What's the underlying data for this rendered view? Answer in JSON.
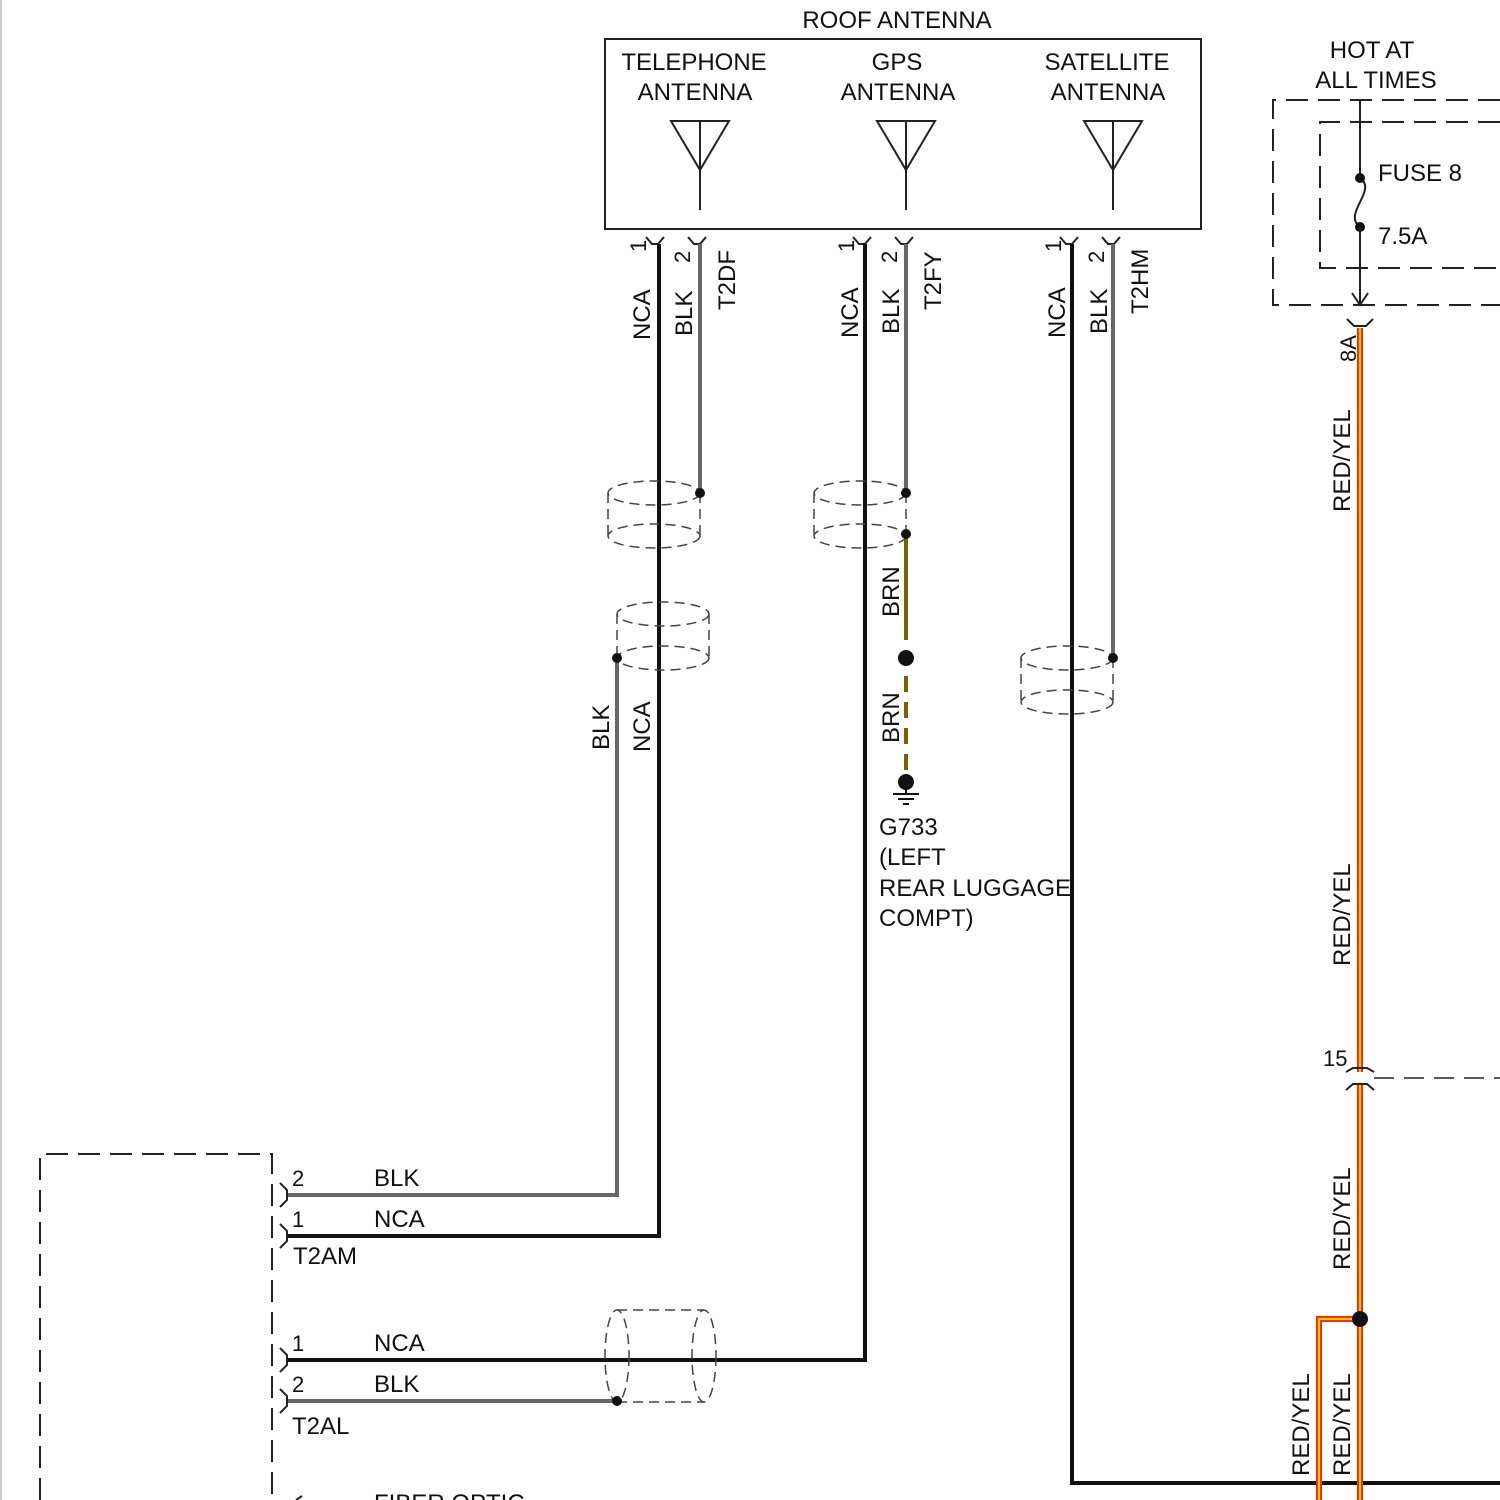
{
  "roof_antenna": {
    "title": "ROOF ANTENNA",
    "antennas": [
      {
        "line1": "TELEPHONE",
        "line2": "ANTENNA",
        "connector": "T2DF",
        "pin1": "1",
        "pin2": "2",
        "wire1": "NCA",
        "wire2": "BLK"
      },
      {
        "line1": "GPS",
        "line2": "ANTENNA",
        "connector": "T2FY",
        "pin1": "1",
        "pin2": "2",
        "wire1": "NCA",
        "wire2": "BLK"
      },
      {
        "line1": "SATELLITE",
        "line2": "ANTENNA",
        "connector": "T2HM",
        "pin1": "1",
        "pin2": "2",
        "wire1": "NCA",
        "wire2": "BLK"
      }
    ]
  },
  "telephone_shield": {
    "wire_blk": "BLK",
    "wire_nca": "NCA"
  },
  "gps_ground": {
    "wire_upper": "BRN",
    "wire_lower": "BRN",
    "ground_lines": [
      "G733",
      "(LEFT",
      "REAR LUGGAGE",
      "COMPT)"
    ]
  },
  "power": {
    "hot_line1": "HOT AT",
    "hot_line2": "ALL TIMES",
    "fuse_name": "FUSE 8",
    "fuse_rating": "7.5A",
    "terminal_top": "8A",
    "terminal_mid": "15",
    "wire_labels": [
      "RED/YEL",
      "RED/YEL",
      "RED/YEL",
      "RED/YEL",
      "RED/YEL"
    ]
  },
  "module": {
    "t2am": {
      "name": "T2AM",
      "pin_top": "2",
      "wire_top": "BLK",
      "pin_bottom": "1",
      "wire_bottom": "NCA"
    },
    "t2al": {
      "name": "T2AL",
      "pin_top": "1",
      "wire_top": "NCA",
      "pin_bottom": "2",
      "wire_bottom": "BLK"
    },
    "cutoff_text": "FIBER OPTIC"
  },
  "colors": {
    "nca_wire": "#111111",
    "blk_wire": "#666666",
    "brn_wire": "#7a6000",
    "red_yel_outer": "#ff2a00",
    "red_yel_inner": "#ffd400",
    "dash": "#222222"
  }
}
